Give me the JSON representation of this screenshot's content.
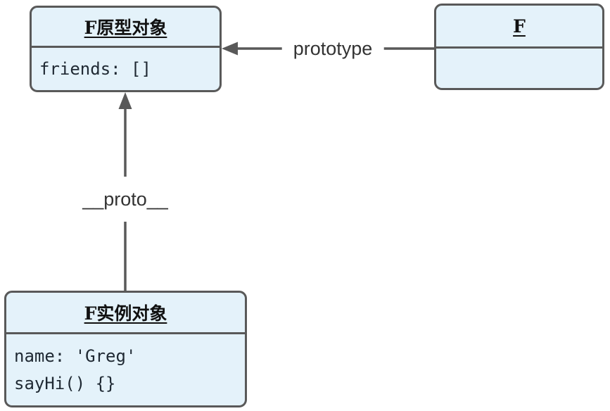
{
  "diagram": {
    "colors": {
      "node_fill": "#e4f2fa",
      "node_border": "#595959",
      "arrow": "#595959",
      "edge_label_text": "#333333",
      "body_text": "#1f2933",
      "background": "#ffffff"
    },
    "nodes": {
      "prototype_object": {
        "title": "F原型对象",
        "attributes": [
          "friends: []"
        ]
      },
      "constructor_f": {
        "title": "F",
        "attributes": []
      },
      "instance_object": {
        "title": "F实例对象",
        "attributes": [
          "name: 'Greg'",
          "sayHi() {}"
        ]
      }
    },
    "edges": {
      "prototype": {
        "label": "prototype",
        "from": "F",
        "to": "F原型对象"
      },
      "proto": {
        "label": "__proto__",
        "from": "F实例对象",
        "to": "F原型对象"
      }
    }
  }
}
